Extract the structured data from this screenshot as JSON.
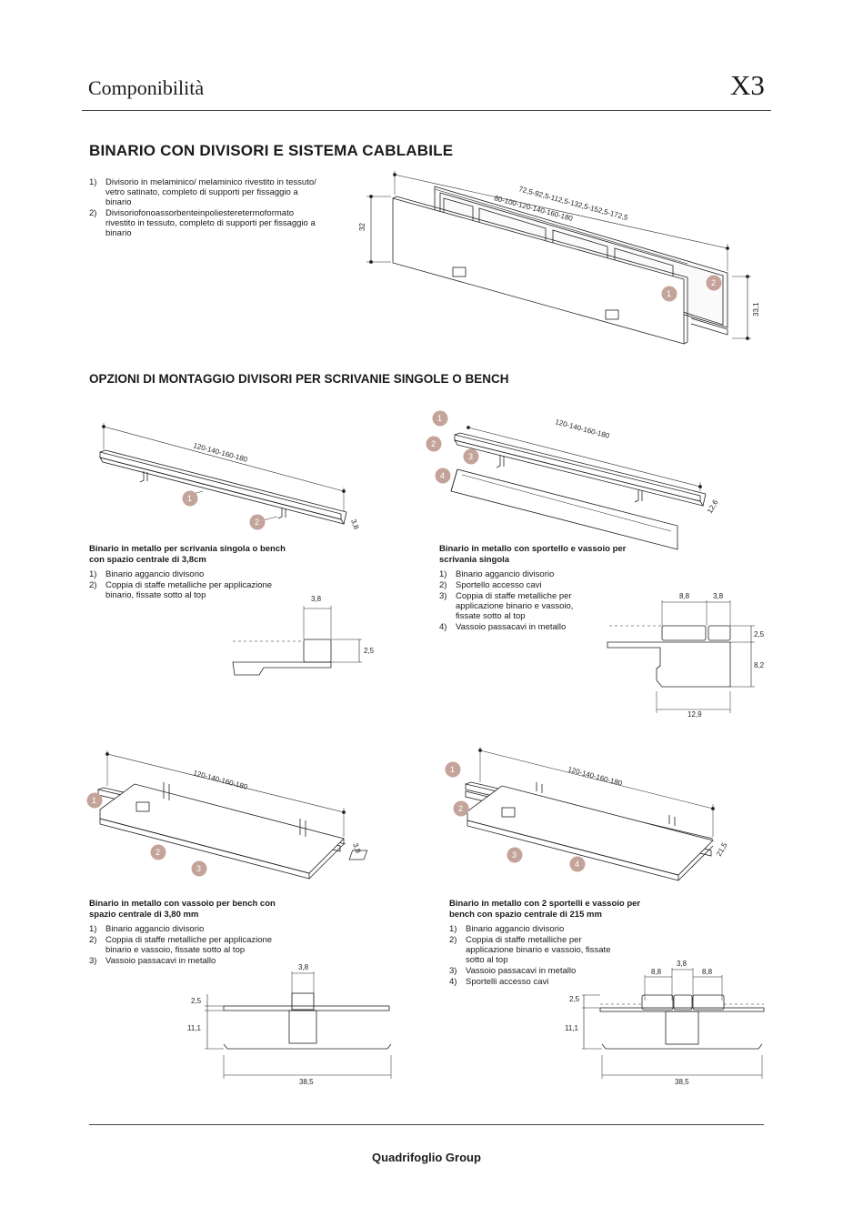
{
  "header": {
    "title": "Componibilità",
    "code": "X3"
  },
  "section1": {
    "heading": "BINARIO CON DIVISORI E SISTEMA CABLABILE",
    "items": [
      {
        "n": "1)",
        "text": "Divisorio in melaminico/ melaminico rivestito in tessuto/ vetro satinato, completo di supporti per fissaggio a binario"
      },
      {
        "n": "2)",
        "text": "Divisoriofonoassorbenteinpoliesteretermoformato rivestito in tessuto, completo di supporti per fissaggio a binario"
      }
    ],
    "dims": {
      "length1": "72,5-92,5-112,5-132,5-152,5-172,5",
      "length2": "80-100-120-140-160-180",
      "height": "32",
      "height2": "33,1"
    },
    "markers": [
      "1",
      "2"
    ]
  },
  "section2": {
    "heading": "OPZIONI DI MONTAGGIO DIVISORI PER SCRIVANIE SINGOLE O BENCH"
  },
  "option_a": {
    "caption": "Binario in metallo per scrivania singola o bench con spazio centrale di 3,8cm",
    "items": [
      {
        "n": "1)",
        "text": "Binario aggancio divisorio"
      },
      {
        "n": "2)",
        "text": "Coppia di staffe metalliche per applicazione binario, fissate sotto al top"
      }
    ],
    "dims": {
      "length": "120-140-160-180",
      "depth": "3,8",
      "w": "3,8",
      "h": "2,5"
    },
    "markers": [
      "1",
      "2"
    ]
  },
  "option_b": {
    "caption": "Binario in metallo con sportello e vassoio per scrivania singola",
    "items": [
      {
        "n": "1)",
        "text": "Binario aggancio divisorio"
      },
      {
        "n": "2)",
        "text": "Sportello accesso cavi"
      },
      {
        "n": "3)",
        "text": "Coppia di staffe metalliche per applicazione binario e vassoio, fissate sotto al top"
      },
      {
        "n": "4)",
        "text": "Vassoio passacavi in metallo"
      }
    ],
    "dims": {
      "length": "120-140-160-180",
      "depth": "12,6",
      "w1": "8,8",
      "w2": "3,8",
      "h1": "2,5",
      "h2": "8,2",
      "bottom": "12,9"
    },
    "markers": [
      "1",
      "2",
      "3",
      "4"
    ]
  },
  "option_c": {
    "caption": "Binario in metallo con vassoio per bench con spazio centrale di 3,80 mm",
    "items": [
      {
        "n": "1)",
        "text": "Binario aggancio divisorio"
      },
      {
        "n": "2)",
        "text": "Coppia di staffe metalliche per applicazione binario e vassoio, fissate sotto al top"
      },
      {
        "n": "3)",
        "text": "Vassoio passacavi in metallo"
      }
    ],
    "dims": {
      "length": "120-140-160-180",
      "depth": "3,8",
      "w": "3,8",
      "h1": "2,5",
      "h2": "11,1",
      "bottom": "38,5"
    },
    "markers": [
      "1",
      "2",
      "3"
    ]
  },
  "option_d": {
    "caption": "Binario in metallo con 2 sportelli e vassoio per bench con spazio centrale di 215 mm",
    "items": [
      {
        "n": "1)",
        "text": "Binario aggancio divisorio"
      },
      {
        "n": "2)",
        "text": "Coppia di staffe metalliche per applicazione binario e vassoio, fissate sotto al top"
      },
      {
        "n": "3)",
        "text": "Vassoio passacavi in metallo"
      },
      {
        "n": "4)",
        "text": "Sportelli accesso cavi"
      }
    ],
    "dims": {
      "length": "120-140-160-180",
      "depth": "21,5",
      "w1": "8,8",
      "w2": "3,8",
      "w3": "8,8",
      "h1": "2,5",
      "h2": "11,1",
      "bottom": "38,5"
    },
    "markers": [
      "1",
      "2",
      "3",
      "4"
    ]
  },
  "footer": {
    "brand": "Quadrifoglio Group"
  },
  "colors": {
    "marker": "#c4a49a",
    "line": "#222222",
    "rule": "#444444"
  }
}
